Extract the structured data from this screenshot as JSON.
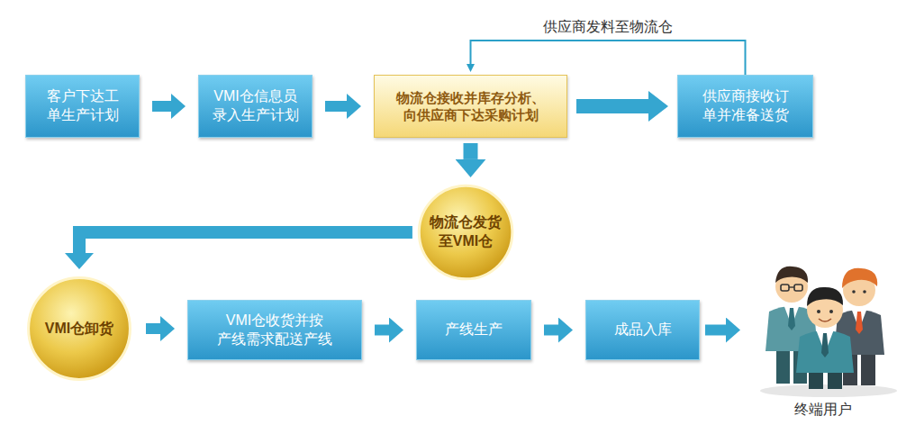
{
  "diagram": {
    "nodes": [
      {
        "text": [
          "客户下达工 单生产计划"
        ]
      },
      {
        "text": [
          "VMI仓信息员 录入生产计划"
        ]
      },
      {
        "text": [
          "物流仓接收并库存分析、 向供应商下达采购计划"
        ]
      },
      {
        "text": [
          "供应商接收订 单并准备送货"
        ]
      },
      {
        "text": [
          "物流仓发货 至VMI仓"
        ]
      },
      {
        "text": [
          "VMI仓卸货"
        ]
      },
      {
        "text": [
          "VMI仓收货并按 产线需求配送产线"
        ]
      },
      {
        "text": [
          "产线生产"
        ]
      },
      {
        "text": [
          "成品入库"
        ]
      },
      {
        "text": [
          "终端用户"
        ]
      }
    ],
    "edges": [
      {
        "from": 0,
        "to": 1,
        "arrow": "to"
      },
      {
        "from": 1,
        "to": 2,
        "arrow": "to"
      },
      {
        "from": 2,
        "to": 3,
        "arrow": "to"
      },
      {
        "from": 3,
        "to": 2,
        "arrow": "to",
        "label": "供应商发料至物流仓"
      },
      {
        "from": 2,
        "to": 4,
        "arrow": "to"
      },
      {
        "from": 4,
        "to": 5,
        "arrow": "to"
      },
      {
        "from": 5,
        "to": 6,
        "arrow": "to"
      },
      {
        "from": 6,
        "to": 7,
        "arrow": "to"
      },
      {
        "from": 7,
        "to": 8,
        "arrow": "to"
      },
      {
        "from": 8,
        "to": 9,
        "arrow": "to"
      }
    ]
  }
}
